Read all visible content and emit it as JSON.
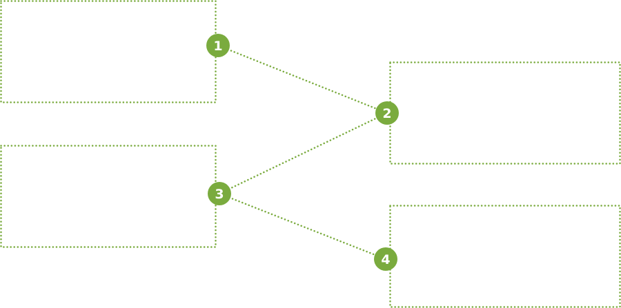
{
  "colors": {
    "accent": "#7aab3e"
  },
  "nodes": [
    {
      "label": "1"
    },
    {
      "label": "2"
    },
    {
      "label": "3"
    },
    {
      "label": "4"
    }
  ],
  "connections": [
    [
      "1",
      "2"
    ],
    [
      "3",
      "2"
    ],
    [
      "3",
      "4"
    ]
  ]
}
